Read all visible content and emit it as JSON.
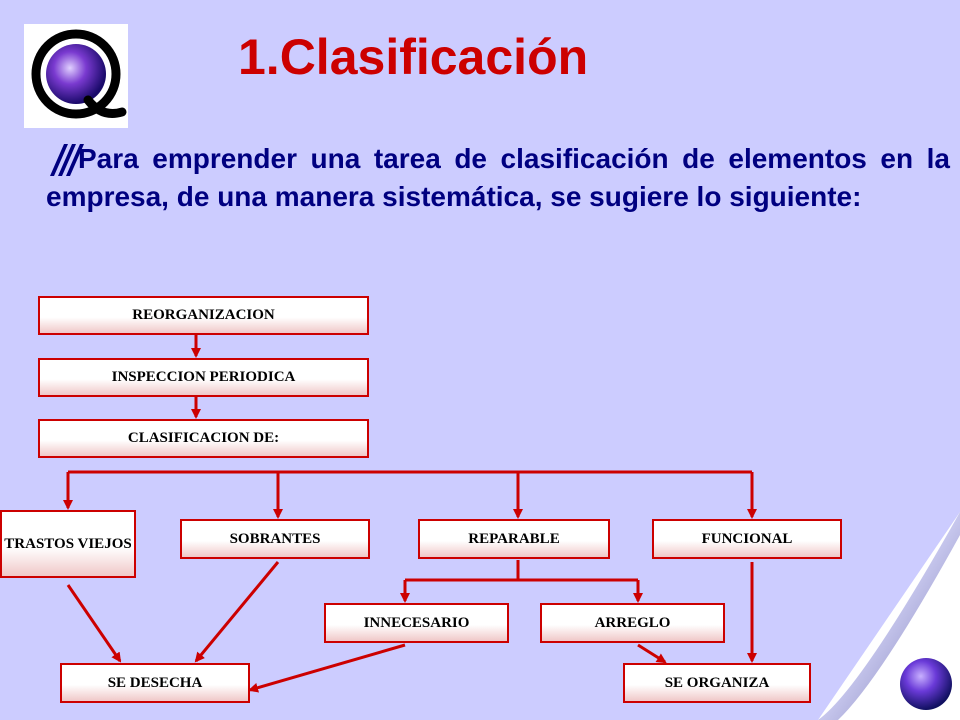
{
  "title": "1.Clasificación",
  "intro_text": "Para emprender una tarea de clasificación de elementos en la empresa, de una manera sistemática, se sugiere lo siguiente:",
  "logo": {
    "letter": "Q",
    "icon": "q-globe-logo"
  },
  "bullet_icon": "stripes-bullet-icon",
  "colors": {
    "background": "#ccccff",
    "title": "#cc0000",
    "text": "#000080",
    "box_border": "#cc0000",
    "connector": "#cc0000"
  },
  "flow": {
    "reorganizacion": "REORGANIZACION",
    "inspeccion": "INSPECCION  PERIODICA",
    "clasificacion": "CLASIFICACION  DE:",
    "trastos_viejos": "TRASTOS VIEJOS",
    "sobrantes": "SOBRANTES",
    "reparable": "REPARABLE",
    "funcional": "FUNCIONAL",
    "innecesario": "INNECESARIO",
    "arreglo": "ARREGLO",
    "se_desecha": "SE DESECHA",
    "se_organiza": "SE ORGANIZA"
  }
}
